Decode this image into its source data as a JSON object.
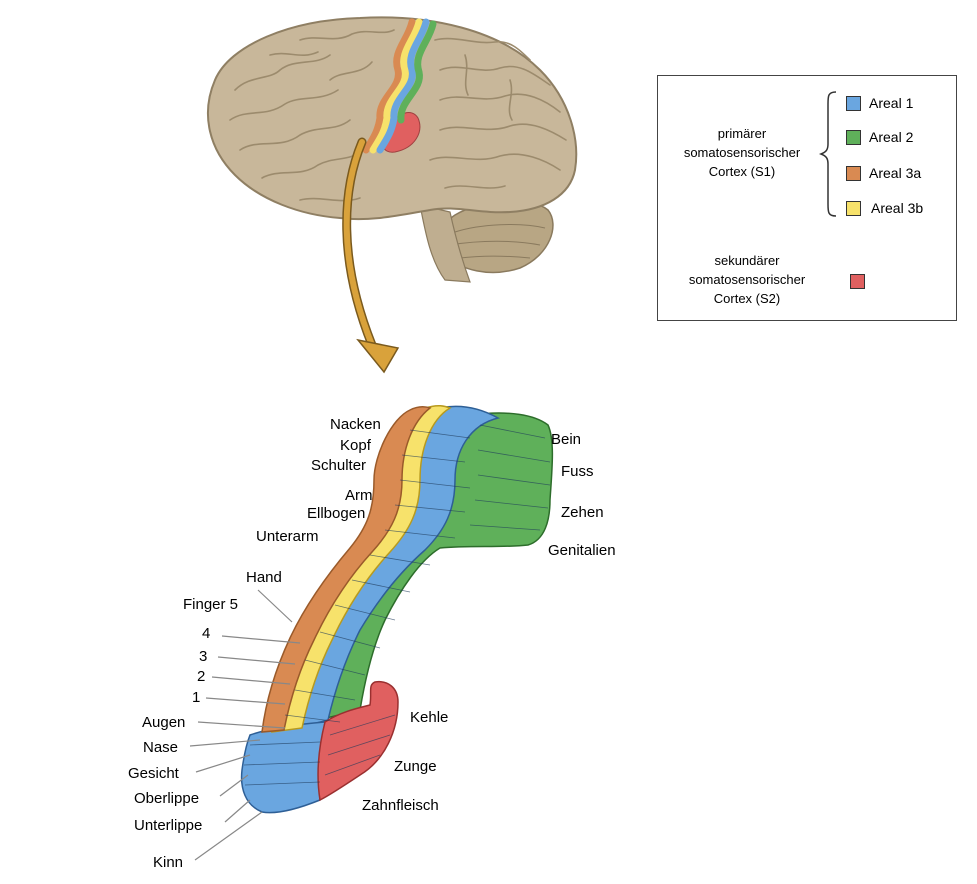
{
  "colors": {
    "areal1": "#6aa6e0",
    "areal2": "#5fb05a",
    "areal3a": "#d98a52",
    "areal3b": "#f7e26b",
    "s2": "#e06060",
    "arrow": "#d9a23b",
    "brain": "#c8b79a"
  },
  "legend": {
    "s1_label_1": "primärer",
    "s1_label_2": "somatosensorischer",
    "s1_label_3": "Cortex (S1)",
    "s2_label_1": "sekundärer",
    "s2_label_2": "somatosensorischer",
    "s2_label_3": "Cortex (S2)",
    "items": [
      {
        "label": "Areal 1",
        "color": "#6aa6e0"
      },
      {
        "label": "Areal 2",
        "color": "#5fb05a"
      },
      {
        "label": "Areal 3a",
        "color": "#d98a52"
      },
      {
        "label": "Areal 3b",
        "color": "#f7e26b"
      }
    ]
  },
  "body_parts": {
    "nacken": "Nacken",
    "kopf": "Kopf",
    "schulter": "Schulter",
    "arm": "Arm",
    "ellbogen": "Ellbogen",
    "unterarm": "Unterarm",
    "hand": "Hand",
    "finger5": "Finger 5",
    "f4": "4",
    "f3": "3",
    "f2": "2",
    "f1": "1",
    "augen": "Augen",
    "nase": "Nase",
    "gesicht": "Gesicht",
    "oberlippe": "Oberlippe",
    "unterlippe": "Unterlippe",
    "kinn": "Kinn",
    "bein": "Bein",
    "fuss": "Fuss",
    "zehen": "Zehen",
    "genitalien": "Genitalien",
    "kehle": "Kehle",
    "zunge": "Zunge",
    "zahnfleisch": "Zahnfleisch"
  }
}
